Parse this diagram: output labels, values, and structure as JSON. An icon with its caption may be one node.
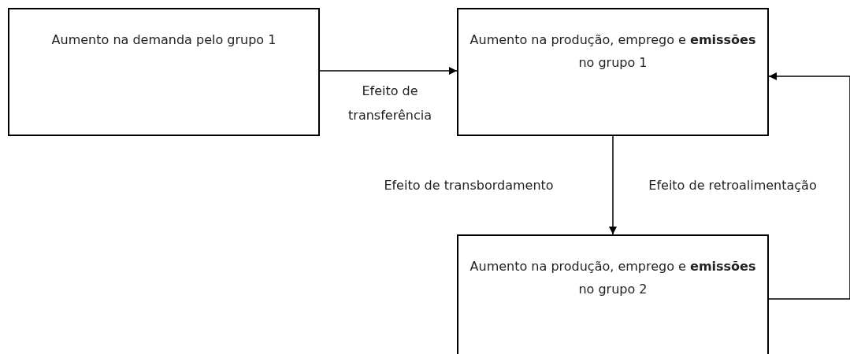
{
  "diagram": {
    "nodes": [
      {
        "text": [
          "Aumento na demanda pelo grupo 1"
        ]
      },
      {
        "text": [
          "Aumento na produção, emprego e **emissões** no grupo 1"
        ]
      },
      {
        "text": [
          "Aumento na produção, emprego e **emissões** no grupo 2"
        ]
      }
    ],
    "edges": [
      {
        "from": 0,
        "to": 1,
        "arrow": "to",
        "label": "Efeito de transferência"
      },
      {
        "from": 1,
        "to": 2,
        "arrow": "to",
        "label": "Efeito de transbordamento"
      },
      {
        "from": 2,
        "to": 1,
        "arrow": "to",
        "label": "Efeito de retroalimentação"
      }
    ]
  }
}
